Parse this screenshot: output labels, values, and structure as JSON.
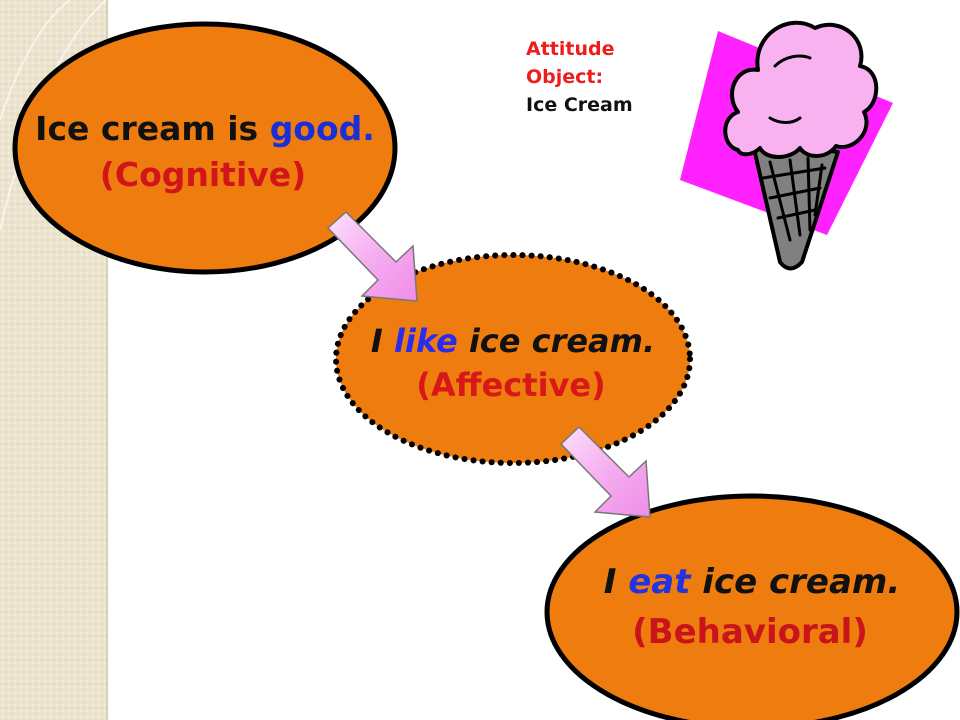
{
  "colors": {
    "node_fill": "#ee7c0e",
    "node_stroke": "#000000",
    "text_dark": "#111111",
    "emphasis_good": "#1a2fd8",
    "emphasis_like": "#2a2af0",
    "emphasis_eat": "#2233e0",
    "subtitle_cognitive": "#d2141b",
    "subtitle_affective": "#d81818",
    "subtitle_behavioral": "#c8141a",
    "label_red": "#ee1c1c",
    "arrow_fill": "#f5aef0",
    "cone_square": "#ff22ff",
    "cone_scoop": "#f7b2ef",
    "cone_body": "#808080"
  },
  "attitude": {
    "heading_line1": "Attitude",
    "heading_line2": "Object:",
    "value": "Ice Cream"
  },
  "nodes": {
    "cognitive": {
      "prefix": "Ice cream is ",
      "emphasis": "good.",
      "suffix": "",
      "subtitle": "(Cognitive)"
    },
    "affective": {
      "prefix": "I ",
      "emphasis": "like",
      "suffix": " ice cream.",
      "subtitle": "(Affective)"
    },
    "behavioral": {
      "prefix": "I ",
      "emphasis": "eat",
      "suffix": " ice cream.",
      "subtitle": "(Behavioral)"
    }
  },
  "icons": {
    "clipart": "ice-cream-cone-icon",
    "arrows": "arrow-down-right-icon"
  }
}
